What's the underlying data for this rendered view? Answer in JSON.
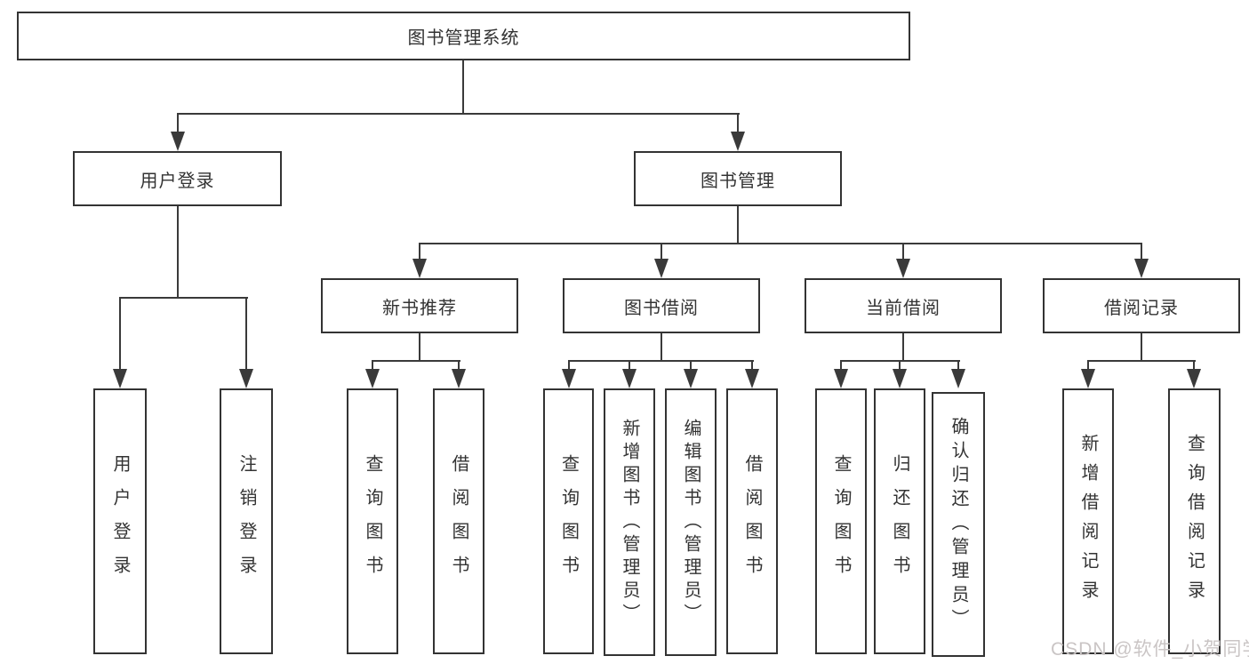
{
  "diagram": {
    "title_node": "图书管理系统",
    "level2": {
      "user_login": "用户登录",
      "book_management": "图书管理"
    },
    "level3": {
      "new_book_recommend": "新书推荐",
      "book_borrow": "图书借阅",
      "current_borrow": "当前借阅",
      "borrow_records": "借阅记录"
    },
    "leaves": {
      "user_login": "用户登录",
      "logout": "注销登录",
      "rec_query_book": "查询图书",
      "rec_borrow_book": "借阅图书",
      "bb_query_book": "查询图书",
      "bb_add_book": "新增图书（管理员）",
      "bb_edit_book": "编辑图书（管理员）",
      "bb_borrow_book": "借阅图书",
      "cb_query_book": "查询图书",
      "cb_return_book": "归还图书",
      "cb_confirm_return": "确认归还（管理员）",
      "br_add_record": "新增借阅记录",
      "br_query_record": "查询借阅记录"
    }
  },
  "watermark": "CSDN @软件_小贺同学",
  "colors": {
    "line": "#3a3a3a",
    "text": "#333333",
    "background": "#ffffff",
    "watermark": "#cac5c5"
  }
}
